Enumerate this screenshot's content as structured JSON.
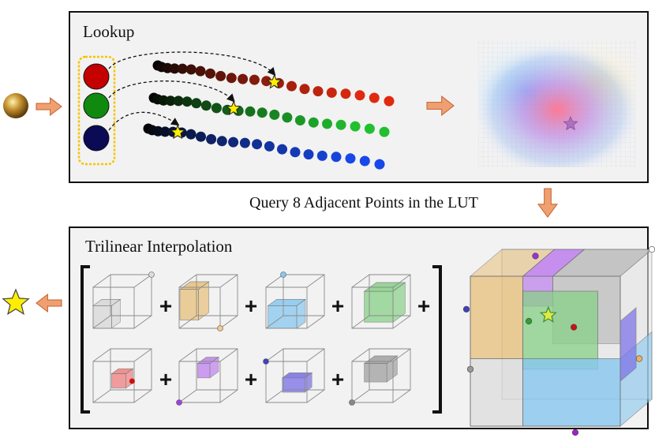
{
  "lookup": {
    "title": "Lookup"
  },
  "query": {
    "caption": "Query 8 Adjacent Points in the LUT"
  },
  "interpolation": {
    "title": "Trilinear Interpolation",
    "operator": "+"
  },
  "colors": {
    "red": "#c40000",
    "green": "#0f8a0f",
    "blue": "#0a0a55",
    "arrow": "#f0a070",
    "star": "#ffee00",
    "highlight": "#f5c400",
    "cube_red": "#f08080",
    "cube_orange": "#e8c07a",
    "cube_blue": "#88c8f0",
    "cube_green": "#88d088",
    "cube_purple": "#c080f0",
    "cube_violet": "#7a6ee8",
    "cube_gray": "#a0a0a0"
  },
  "icons": [
    "sphere-icon",
    "arrow-right-icon",
    "arrow-down-icon",
    "arrow-left-icon",
    "star-icon",
    "lut-cloud-icon"
  ]
}
